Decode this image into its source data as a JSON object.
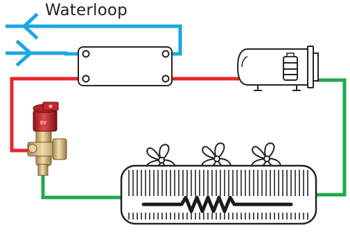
{
  "diagram": {
    "title": "Waterloop",
    "valve_label": "EV",
    "colors": {
      "water": "#1ba7e1",
      "hot_line": "#e8262c",
      "cold_line": "#1fa84c",
      "outline": "#222222",
      "valve_red": "#cc2a2e",
      "brass": "#d9b77a"
    },
    "components": [
      {
        "name": "plate-heat-exchanger",
        "icon": "heat-exchanger-icon"
      },
      {
        "name": "compressor",
        "icon": "compressor-icon"
      },
      {
        "name": "expansion-valve",
        "icon": "expansion-valve-icon"
      },
      {
        "name": "evaporator-coil",
        "icon": "evaporator-icon"
      }
    ]
  }
}
